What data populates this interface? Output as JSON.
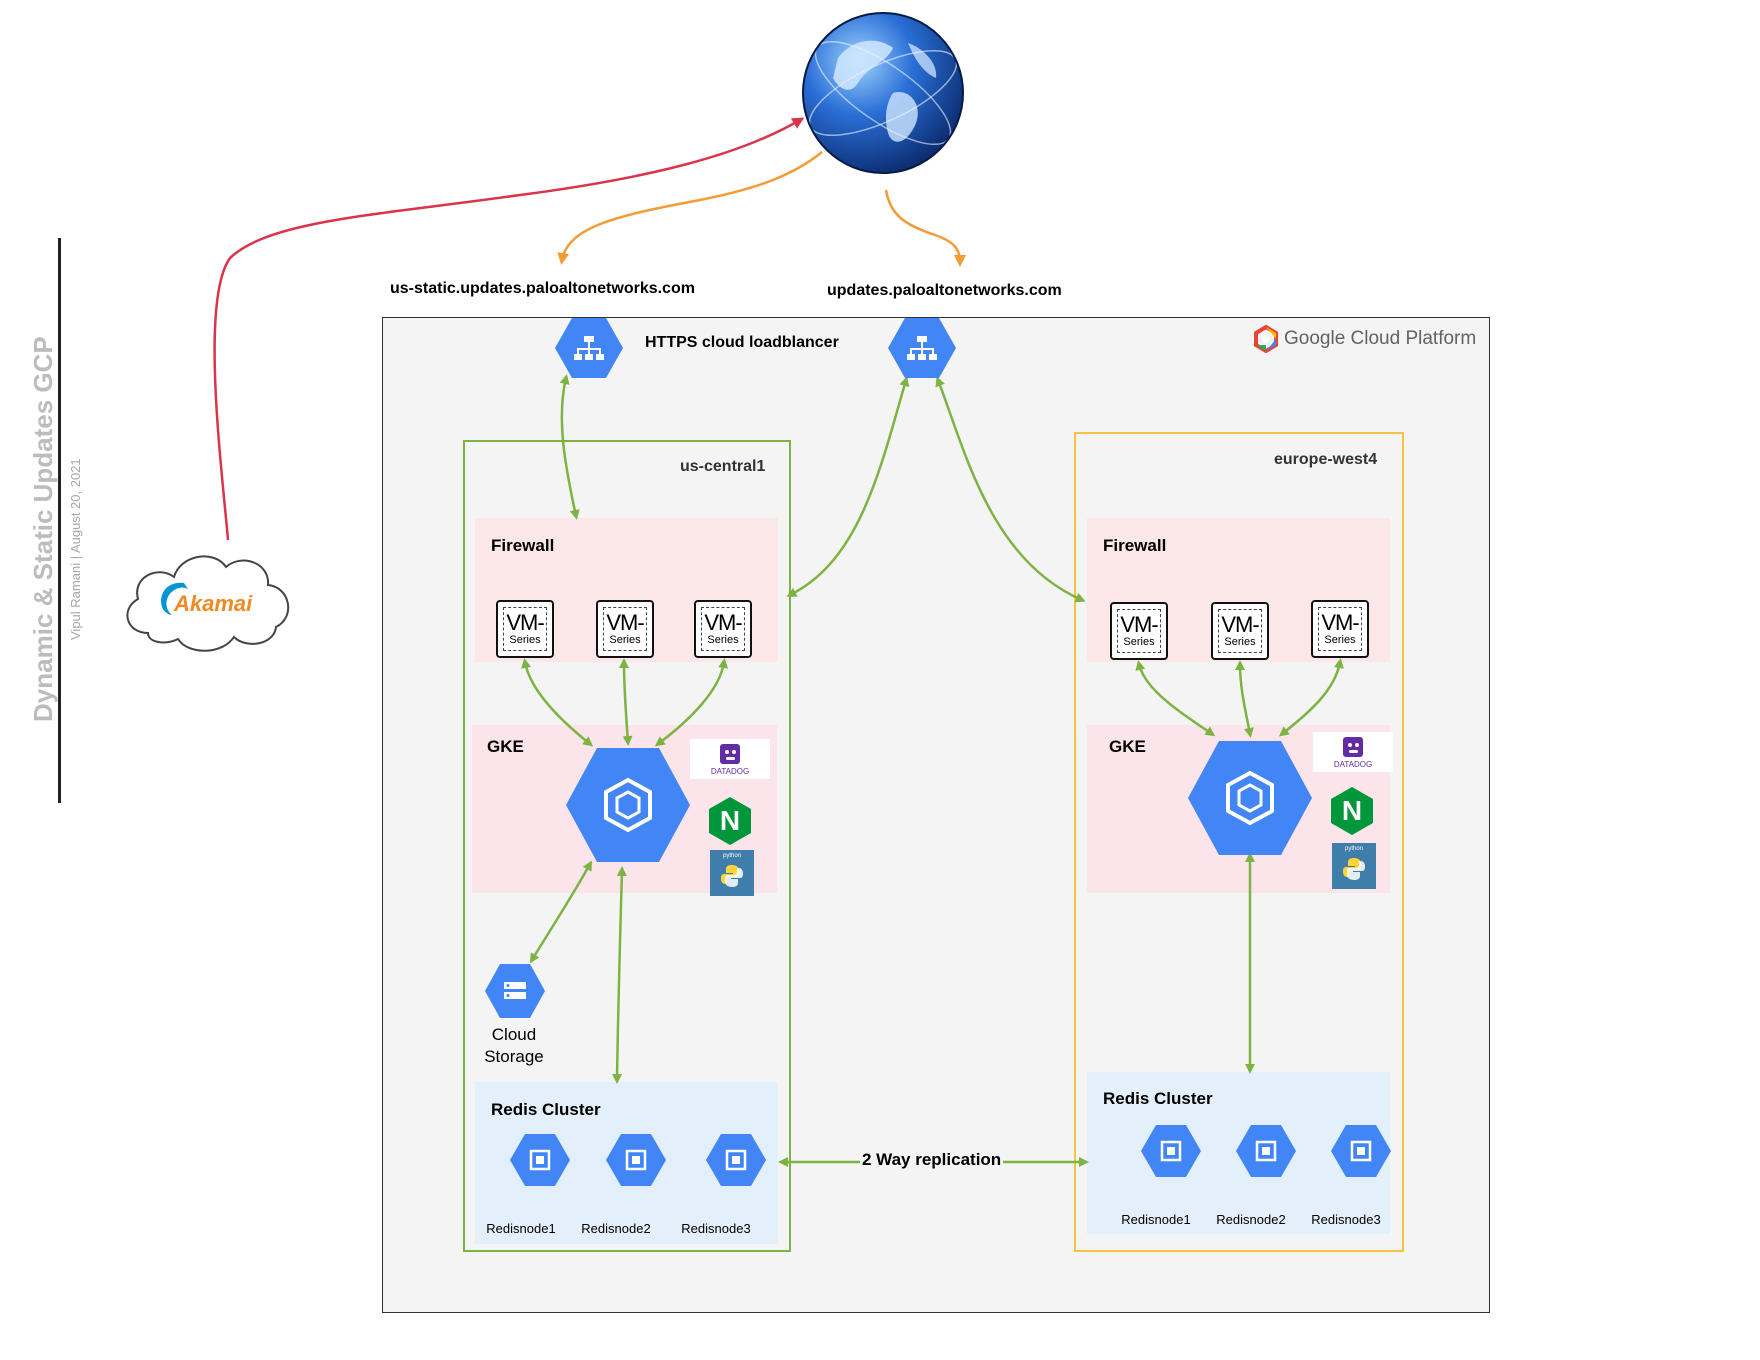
{
  "title": "Dynamic & Static Updates GCP",
  "subtitle": "Vipul Ramani  |  August 20, 2021",
  "akamai": {
    "label": "Akamai"
  },
  "gcp": {
    "brand": "Google Cloud Platform"
  },
  "domains": {
    "static": "us-static.updates.paloaltonetworks.com",
    "dynamic": "updates.paloaltonetworks.com"
  },
  "loadbalancer_label": "HTTPS cloud loadblancer",
  "regions": {
    "us": {
      "name": "us-central1",
      "firewall": "Firewall",
      "gke": "GKE",
      "redis": "Redis Cluster",
      "nodes": [
        "Redisnode1",
        "Redisnode2",
        "Redisnode3"
      ],
      "storage": "Cloud Storage"
    },
    "eu": {
      "name": "europe-west4",
      "firewall": "Firewall",
      "gke": "GKE",
      "redis": "Redis Cluster",
      "nodes": [
        "Redisnode1",
        "Redisnode2",
        "Redisnode3"
      ]
    }
  },
  "vm": {
    "line1": "VM-",
    "line2": "Series"
  },
  "datadog_label": "DATADOG",
  "python_label": "python",
  "nginx_letter": "N",
  "replication_label": "2 Way replication",
  "colors": {
    "green_link": "#7cb342",
    "orange_link": "#f39c34",
    "red_link": "#d9344a",
    "gcp_blue": "#4285f4",
    "us_border": "#7cb342",
    "eu_border": "#f5c242",
    "firewall_bg": "#fbe7e7",
    "gke_bg": "#fbe4ea",
    "redis_bg": "#e3f0fb",
    "frame_bg": "#f4f4f4"
  }
}
